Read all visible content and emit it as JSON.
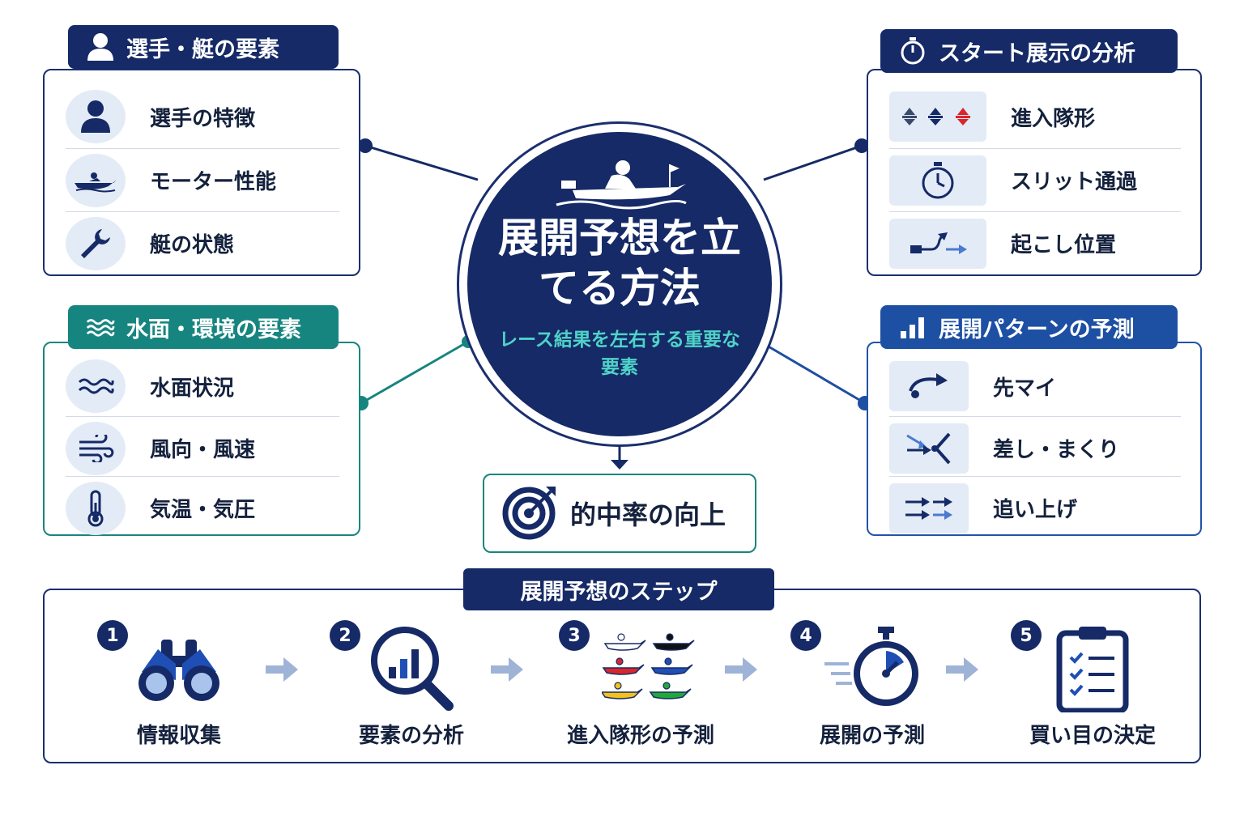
{
  "hub": {
    "title": "展開予想を立てる方法",
    "subtitle": "レース結果を左右する重要な要素"
  },
  "panels": {
    "player": {
      "title": "選手・艇の要素",
      "items": [
        {
          "label": "選手の特徴",
          "icon": "person-icon"
        },
        {
          "label": "モーター性能",
          "icon": "boat-icon"
        },
        {
          "label": "艇の状態",
          "icon": "wrench-icon"
        }
      ]
    },
    "environment": {
      "title": "水面・環境の要素",
      "items": [
        {
          "label": "水面状況",
          "icon": "waves-icon"
        },
        {
          "label": "風向・風速",
          "icon": "wind-icon"
        },
        {
          "label": "気温・気圧",
          "icon": "thermometer-icon"
        }
      ]
    },
    "start": {
      "title": "スタート展示の分析",
      "items": [
        {
          "label": "進入隊形",
          "icon": "formation-icon"
        },
        {
          "label": "スリット通過",
          "icon": "stopwatch-icon"
        },
        {
          "label": "起こし位置",
          "icon": "turn-arrow-icon"
        }
      ]
    },
    "pattern": {
      "title": "展開パターンの予測",
      "items": [
        {
          "label": "先マイ",
          "icon": "curve-arrow-icon"
        },
        {
          "label": "差し・まくり",
          "icon": "converge-arrows-icon"
        },
        {
          "label": "追い上げ",
          "icon": "swap-arrows-icon"
        }
      ]
    }
  },
  "result": {
    "label": "的中率の向上",
    "icon": "target-icon"
  },
  "steps": {
    "title": "展開予想のステップ",
    "items": [
      {
        "num": "1",
        "label": "情報収集",
        "icon": "binoculars-icon"
      },
      {
        "num": "2",
        "label": "要素の分析",
        "icon": "magnifier-chart-icon"
      },
      {
        "num": "3",
        "label": "進入隊形の予測",
        "icon": "boats-grid-icon"
      },
      {
        "num": "4",
        "label": "展開の予測",
        "icon": "fast-stopwatch-icon"
      },
      {
        "num": "5",
        "label": "買い目の決定",
        "icon": "clipboard-icon"
      }
    ]
  },
  "colors": {
    "navy": "#152a66",
    "teal": "#17857f",
    "blue": "#1d4fa3",
    "accent_teal": "#4fd3c8",
    "icon_bg": "#e3ebf7",
    "boat_colors": [
      "#ffffff",
      "#111111",
      "#d9262c",
      "#1f4fb5",
      "#f2c21b",
      "#22a838"
    ]
  }
}
